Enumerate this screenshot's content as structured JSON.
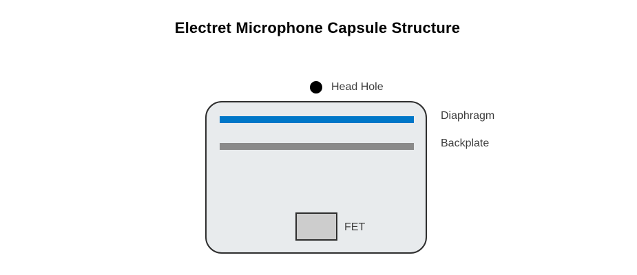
{
  "diagram": {
    "title": "Electret Microphone Capsule Structure",
    "labels": {
      "head_hole": "Head Hole",
      "diaphragm": "Diaphragm",
      "backplate": "Backplate",
      "fet": "FET"
    },
    "colors": {
      "diaphragm_bar": "#0077C8",
      "backplate_bar": "#8A8A8A",
      "capsule_fill": "#E8EBED",
      "capsule_border": "#2E2E2E",
      "fet_fill": "#CDCDCD",
      "head_hole_dot": "#000000",
      "label_text": "#3D3D3D",
      "title_text": "#000000",
      "background": "#FFFFFF"
    }
  }
}
